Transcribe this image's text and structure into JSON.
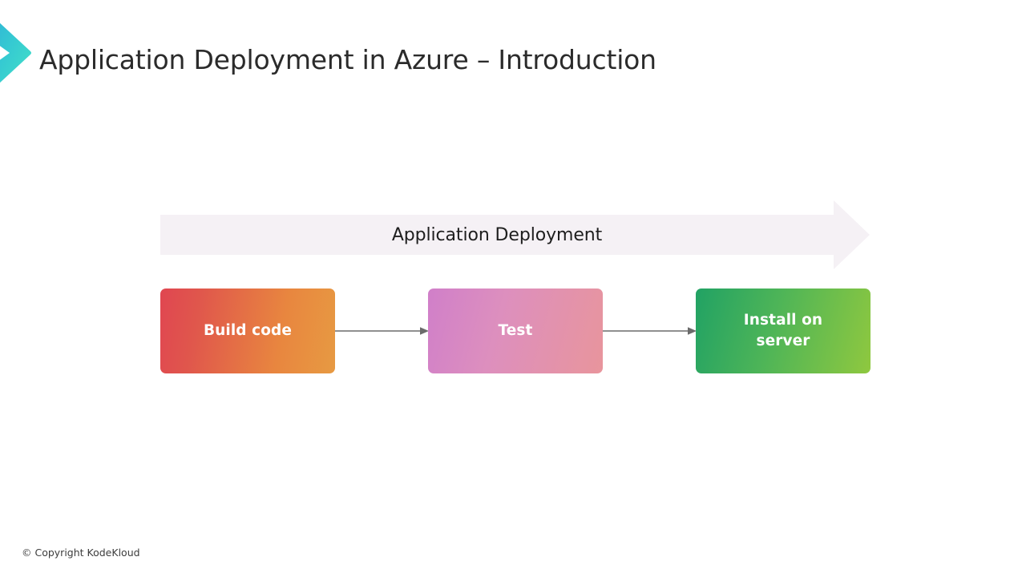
{
  "slide": {
    "title": "Application Deployment in Azure – Introduction",
    "background_color": "#ffffff"
  },
  "logo": {
    "name": "kodekloud-chevron-logo",
    "gradient_from": "#2fb4d4",
    "gradient_to": "#3fe0c8"
  },
  "banner": {
    "label": "Application Deployment",
    "fill_color": "#f5f1f5",
    "text_color": "#1e1e1e"
  },
  "steps": [
    {
      "id": "build-code",
      "label": "Build code",
      "gradient_from": "#e04651",
      "gradient_to": "#e79a42"
    },
    {
      "id": "test",
      "label": "Test",
      "gradient_from": "#d07fc9",
      "gradient_to": "#e8959c"
    },
    {
      "id": "install-on-server",
      "label": "Install on\nserver",
      "gradient_from": "#21a264",
      "gradient_to": "#8fc83f"
    }
  ],
  "connectors": [
    {
      "id": "build-to-test",
      "from": "build-code",
      "to": "test",
      "color": "#6b6b6b"
    },
    {
      "id": "test-to-install",
      "from": "test",
      "to": "install-on-server",
      "color": "#6b6b6b"
    }
  ],
  "footer": {
    "copyright": "© Copyright KodeKloud"
  }
}
